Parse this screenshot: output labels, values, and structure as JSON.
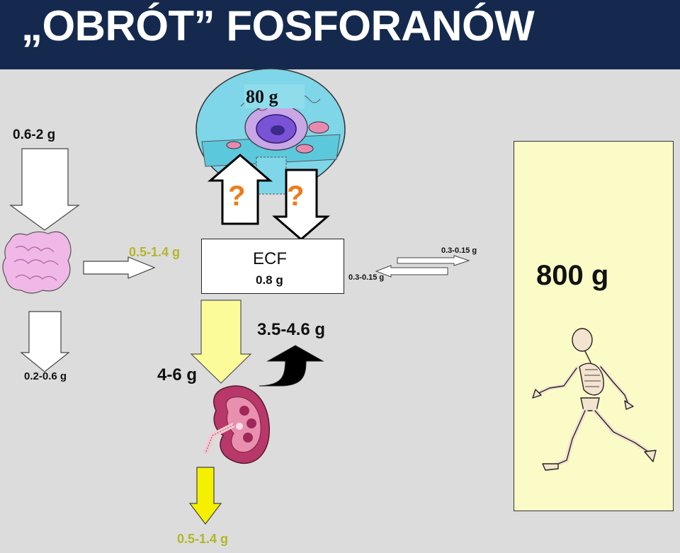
{
  "title": "„OBRÓT” FOSFORANÓW",
  "cell_amount": "80 g",
  "question_in": "?",
  "question_out": "?",
  "intake": "0.6-2 g",
  "intestine_to_ecf": "0.5-1.4 g",
  "fecal_loss": "0.2-0.6 g",
  "ecf": {
    "label": "ECF",
    "amount": "0.8 g"
  },
  "bone_out": "0.3-0.15 g",
  "bone_in": "0.3-0.15 g",
  "bone_amount": "800 g",
  "kidney_filtered": "4-6 g",
  "kidney_reabsorbed": "3.5-4.6 g",
  "urine": "0.5-1.4 g",
  "colors": {
    "header_bg": "#14294d",
    "panel_bg": "#dcdcdc",
    "olive_label": "#b5b52a",
    "question": "#f07a1a",
    "kidney_arrow": "#fbfb9a",
    "urine_arrow": "#f5f000",
    "bone_panel": "#fbfbc8"
  },
  "icons": [
    "cell-illustration",
    "intestine-illustration",
    "kidney-illustration",
    "skeleton-illustration"
  ]
}
